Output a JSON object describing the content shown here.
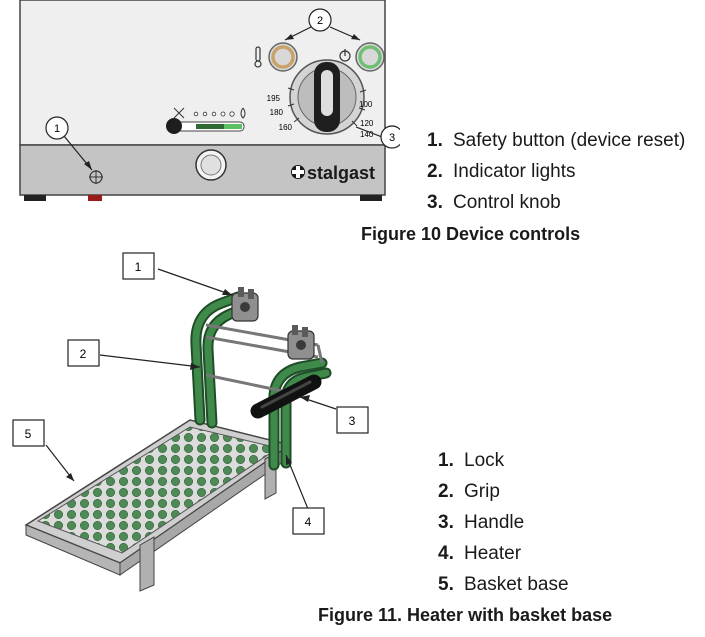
{
  "device_controls": {
    "brand": "stalgast",
    "dial_labels": [
      "195",
      "180",
      "160",
      "100",
      "120",
      "140"
    ],
    "callouts": [
      "1",
      "2",
      "3"
    ],
    "legend": [
      {
        "num": "1.",
        "text": "Safety button (device reset)"
      },
      {
        "num": "2.",
        "text": "Indicator lights"
      },
      {
        "num": "3.",
        "text": "Control knob"
      }
    ],
    "caption": "Figure 10 Device controls"
  },
  "heater": {
    "callouts": [
      "1",
      "2",
      "3",
      "4",
      "5"
    ],
    "legend": [
      {
        "num": "1.",
        "text": "Lock"
      },
      {
        "num": "2.",
        "text": "Grip"
      },
      {
        "num": "3.",
        "text": "Handle"
      },
      {
        "num": "4.",
        "text": "Heater"
      },
      {
        "num": "5.",
        "text": "Basket base"
      }
    ],
    "caption": "Figure 11. Heater with basket base"
  },
  "colors": {
    "green": "#3f8a4a",
    "panel": "#ececec",
    "text": "#1a1a1a"
  }
}
